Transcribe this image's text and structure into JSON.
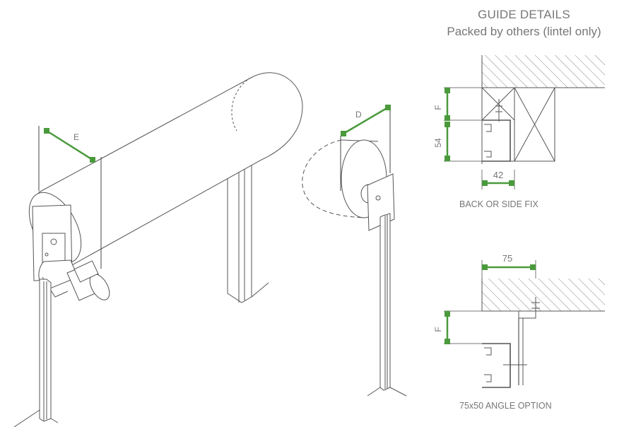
{
  "heading": {
    "title": "GUIDE DETAILS",
    "subtitle": "Packed by others (lintel only)"
  },
  "captions": {
    "back_or_side_fix": "BACK OR SIDE FIX",
    "angle_option": "75x50 ANGLE OPTION"
  },
  "dimensions": {
    "e_label": "E",
    "d_label": "D",
    "f_label_top": "F",
    "depth_54": "54",
    "width_42": "42",
    "width_75": "75",
    "f_label_bottom": "F"
  },
  "colors": {
    "dimension": "#4a9a3c",
    "line": "#555555",
    "text": "#777777"
  }
}
